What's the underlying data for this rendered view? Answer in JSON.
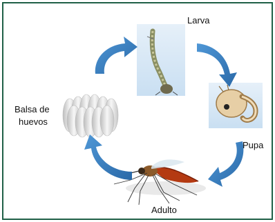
{
  "diagram": {
    "stages": {
      "larva": "Larva",
      "pupa": "Pupa",
      "adult": "Adulto",
      "egg_raft_line1": "Balsa de",
      "egg_raft_line2": "huevos"
    },
    "colors": {
      "frame": "#1f5f46",
      "arrow": "#3f86c8",
      "arrow_dark": "#2a69a8",
      "panel_blue": "#cfe3f3",
      "egg": "#e8e8e8"
    },
    "icons": [
      "larva-image",
      "pupa-image",
      "mosquito-image",
      "egg-raft-image",
      "cycle-arrow-icon"
    ]
  }
}
